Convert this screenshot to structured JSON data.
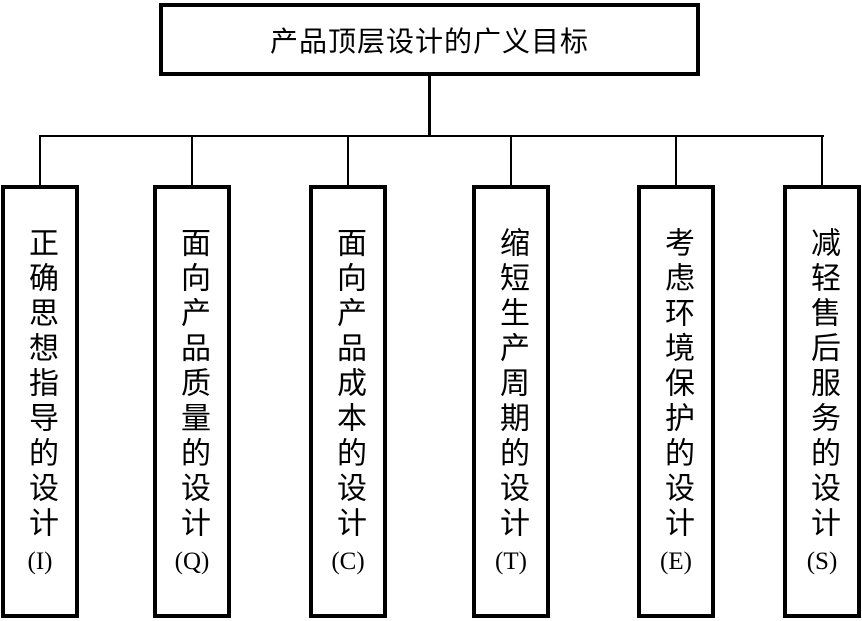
{
  "diagram": {
    "root": {
      "label": "产品顶层设计的广义目标"
    },
    "goals": [
      {
        "label": "正确思想指导的设计",
        "code": "(I)"
      },
      {
        "label": "面向产品质量的设计",
        "code": "(Q)"
      },
      {
        "label": "面向产品成本的设计",
        "code": "(C)"
      },
      {
        "label": "缩短生产周期的设计",
        "code": "(T)"
      },
      {
        "label": "考虑环境保护的设计",
        "code": "(E)"
      },
      {
        "label": "减轻售后服务的设计",
        "code": "(S)"
      }
    ],
    "colors": {
      "line": "#000000",
      "background": "#ffffff",
      "text": "#000000"
    }
  }
}
